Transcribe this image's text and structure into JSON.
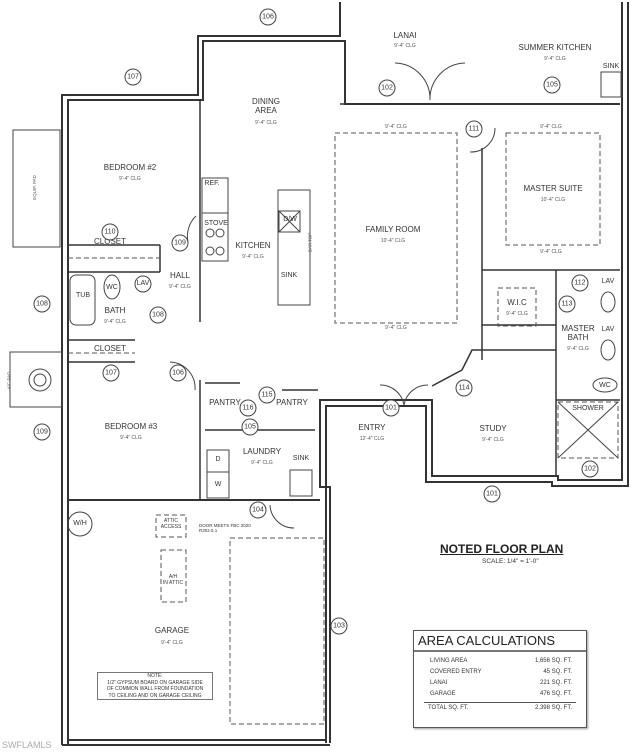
{
  "plan": {
    "title": "NOTED FLOOR PLAN",
    "scale": "SCALE: 1/4\" = 1'-0\"",
    "watermark": "SWFLAMLS"
  },
  "rooms": {
    "lanai": {
      "name": "LANAI",
      "clg": "9'-4\" CLG"
    },
    "summer_kitchen": {
      "name": "SUMMER KITCHEN",
      "clg": "9'-4\" CLG"
    },
    "dining": {
      "name": "DINING\nAREA",
      "clg": "9'-4\" CLG"
    },
    "bedroom2": {
      "name": "BEDROOM #2",
      "clg": "9'-4\" CLG"
    },
    "kitchen": {
      "name": "KITCHEN",
      "clg": "9'-4\" CLG"
    },
    "family": {
      "name": "FAMILY ROOM",
      "clg": "10'-4\" CLG",
      "top_clg": "9'-4\" CLG",
      "bottom_clg": "9'-4\" CLG"
    },
    "master_suite": {
      "name": "MASTER SUITE",
      "clg": "10'-4\" CLG",
      "top_clg": "9'-4\" CLG",
      "bottom_clg": "9'-4\" CLG"
    },
    "hall": {
      "name": "HALL",
      "clg": "9'-4\" CLG"
    },
    "bath": {
      "name": "BATH",
      "clg": "9'-4\" CLG"
    },
    "wic": {
      "name": "W.I.C",
      "clg": "9'-4\" CLG"
    },
    "master_bath": {
      "name": "MASTER\nBATH",
      "clg": "9'-4\" CLG"
    },
    "bedroom3": {
      "name": "BEDROOM #3",
      "clg": "9'-4\" CLG"
    },
    "entry": {
      "name": "ENTRY",
      "clg": "12'-4\" CLG"
    },
    "study": {
      "name": "STUDY",
      "clg": "9'-4\" CLG"
    },
    "laundry": {
      "name": "LAUNDRY",
      "clg": "9'-4\" CLG"
    },
    "garage": {
      "name": "GARAGE",
      "clg": "9'-4\" CLG"
    },
    "closet1": {
      "name": "CLOSET"
    },
    "closet2": {
      "name": "CLOSET"
    },
    "pantry1": {
      "name": "PANTRY"
    },
    "pantry2": {
      "name": "PANTRY"
    }
  },
  "fixtures": {
    "sink_summer": "SINK",
    "ref": "REF.",
    "stove": "STOVE",
    "dw": "D/W",
    "sink_kitchen": "SINK",
    "tub": "TUB",
    "wc_bath": "WC",
    "lav_bath": "LAV",
    "lav1": "LAV",
    "lav2": "LAV",
    "wc_master": "WC",
    "shower": "SHOWER",
    "dryer": "D",
    "washer": "W",
    "sink_laundry": "SINK",
    "wh": "W/H",
    "attic": "ATTIC\nACCESS",
    "ah": "A/H\nIN ATTIC",
    "door_note": "DOOR MEETS FBC 2020\nR302.5.1",
    "equip_pad": "EQUIP. PAD",
    "ac_pad": "A/C PAD",
    "bar_top": "BAR TOP"
  },
  "garage_note": "NOTE:\n1/2\" GYPSUM BOARD ON GARAGE SIDE\nOF COMMON WALL FROM FOUNDATION\nTO CEILING AND ON GARAGE CEILING",
  "tags": [
    "106",
    "107",
    "102",
    "105",
    "111",
    "110",
    "109",
    "108",
    "108",
    "112",
    "113",
    "107",
    "106",
    "115",
    "116",
    "105",
    "114",
    "101",
    "101",
    "102",
    "109",
    "104",
    "103"
  ],
  "area_calculations": {
    "title": "AREA CALCULATIONS",
    "rows": [
      {
        "label": "LIVING AREA",
        "value": "1,656 SQ. FT."
      },
      {
        "label": "COVERED ENTRY",
        "value": "45 SQ. FT."
      },
      {
        "label": "LANAI",
        "value": "221 SQ. FT."
      },
      {
        "label": "GARAGE",
        "value": "476 SQ. FT."
      }
    ],
    "total": {
      "label": "TOTAL SQ. FT.",
      "value": "2,398 SQ. FT."
    }
  }
}
